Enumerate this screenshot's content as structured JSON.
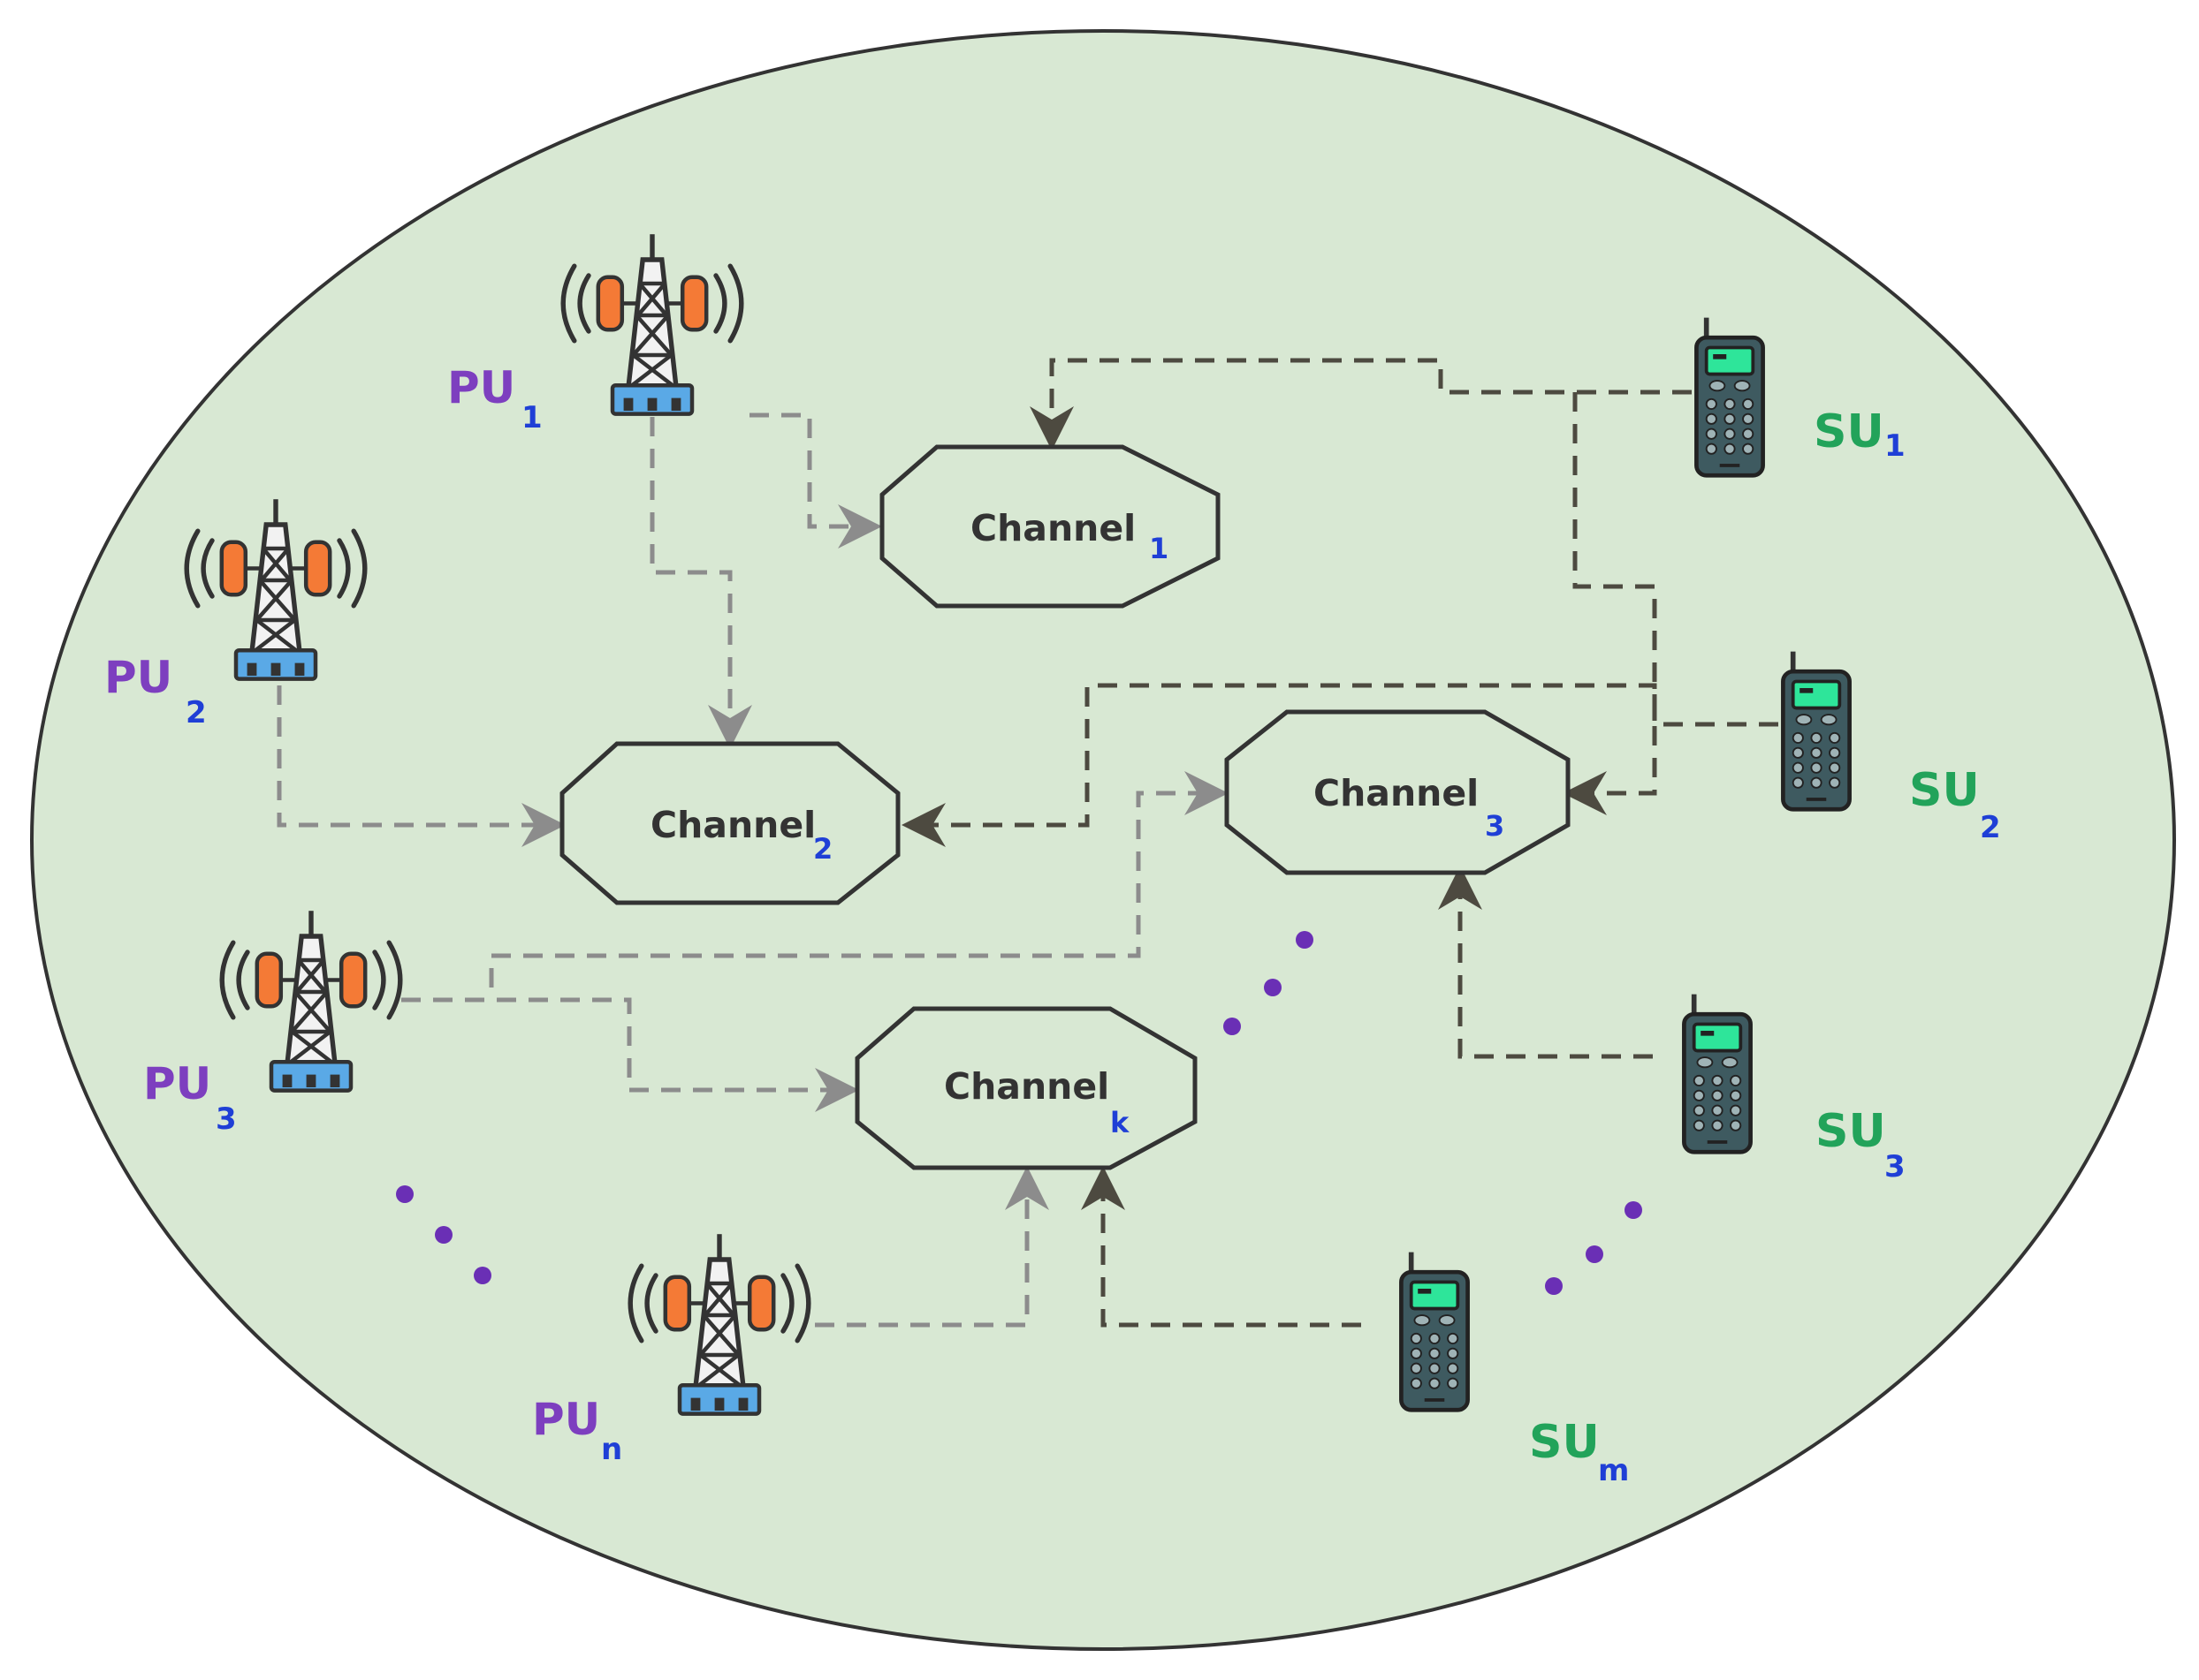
{
  "colors": {
    "background": "#d8e8d3",
    "border": "#333333",
    "pu_label": "#7d3fbf",
    "su_label": "#22a35a",
    "subscript": "#1f3fd6",
    "pu_link": "#8c8c8c",
    "su_link": "#4d4a40",
    "tower_body": "#f2f2f2",
    "antenna": "#f47a36",
    "tower_base": "#5aa9e6",
    "phone_body": "#3e5a60",
    "phone_screen": "#2ee59a",
    "ellipsis_dot": "#6a2fb5"
  },
  "channels": [
    {
      "name": "Channel",
      "sub": "1"
    },
    {
      "name": "Channel",
      "sub": "2"
    },
    {
      "name": "Channel",
      "sub": "3"
    },
    {
      "name": "Channel",
      "sub": "k"
    }
  ],
  "primary_users": [
    {
      "name": "PU",
      "sub": "1",
      "icon": "cell-tower-icon"
    },
    {
      "name": "PU",
      "sub": "2",
      "icon": "cell-tower-icon"
    },
    {
      "name": "PU",
      "sub": "3",
      "icon": "cell-tower-icon"
    },
    {
      "name": "PU",
      "sub": "n",
      "icon": "cell-tower-icon"
    }
  ],
  "secondary_users": [
    {
      "name": "SU",
      "sub": "1",
      "icon": "mobile-phone-icon"
    },
    {
      "name": "SU",
      "sub": "2",
      "icon": "mobile-phone-icon"
    },
    {
      "name": "SU",
      "sub": "3",
      "icon": "mobile-phone-icon"
    },
    {
      "name": "SU",
      "sub": "m",
      "icon": "mobile-phone-icon"
    }
  ],
  "links": [
    {
      "from": "PU1",
      "to": "Channel1",
      "kind": "primary"
    },
    {
      "from": "PU1",
      "to": "Channel2",
      "kind": "primary"
    },
    {
      "from": "PU2",
      "to": "Channel2",
      "kind": "primary"
    },
    {
      "from": "PU3",
      "to": "Channel3",
      "kind": "primary"
    },
    {
      "from": "PU3",
      "to": "Channelk",
      "kind": "primary"
    },
    {
      "from": "PUn",
      "to": "Channelk",
      "kind": "primary"
    },
    {
      "from": "SU1",
      "to": "Channel1",
      "kind": "secondary"
    },
    {
      "from": "SU1",
      "to": "Channel3",
      "kind": "secondary"
    },
    {
      "from": "SU2",
      "to": "Channel2",
      "kind": "secondary"
    },
    {
      "from": "SU3",
      "to": "Channel3",
      "kind": "secondary"
    },
    {
      "from": "SUm",
      "to": "Channelk",
      "kind": "secondary"
    }
  ]
}
